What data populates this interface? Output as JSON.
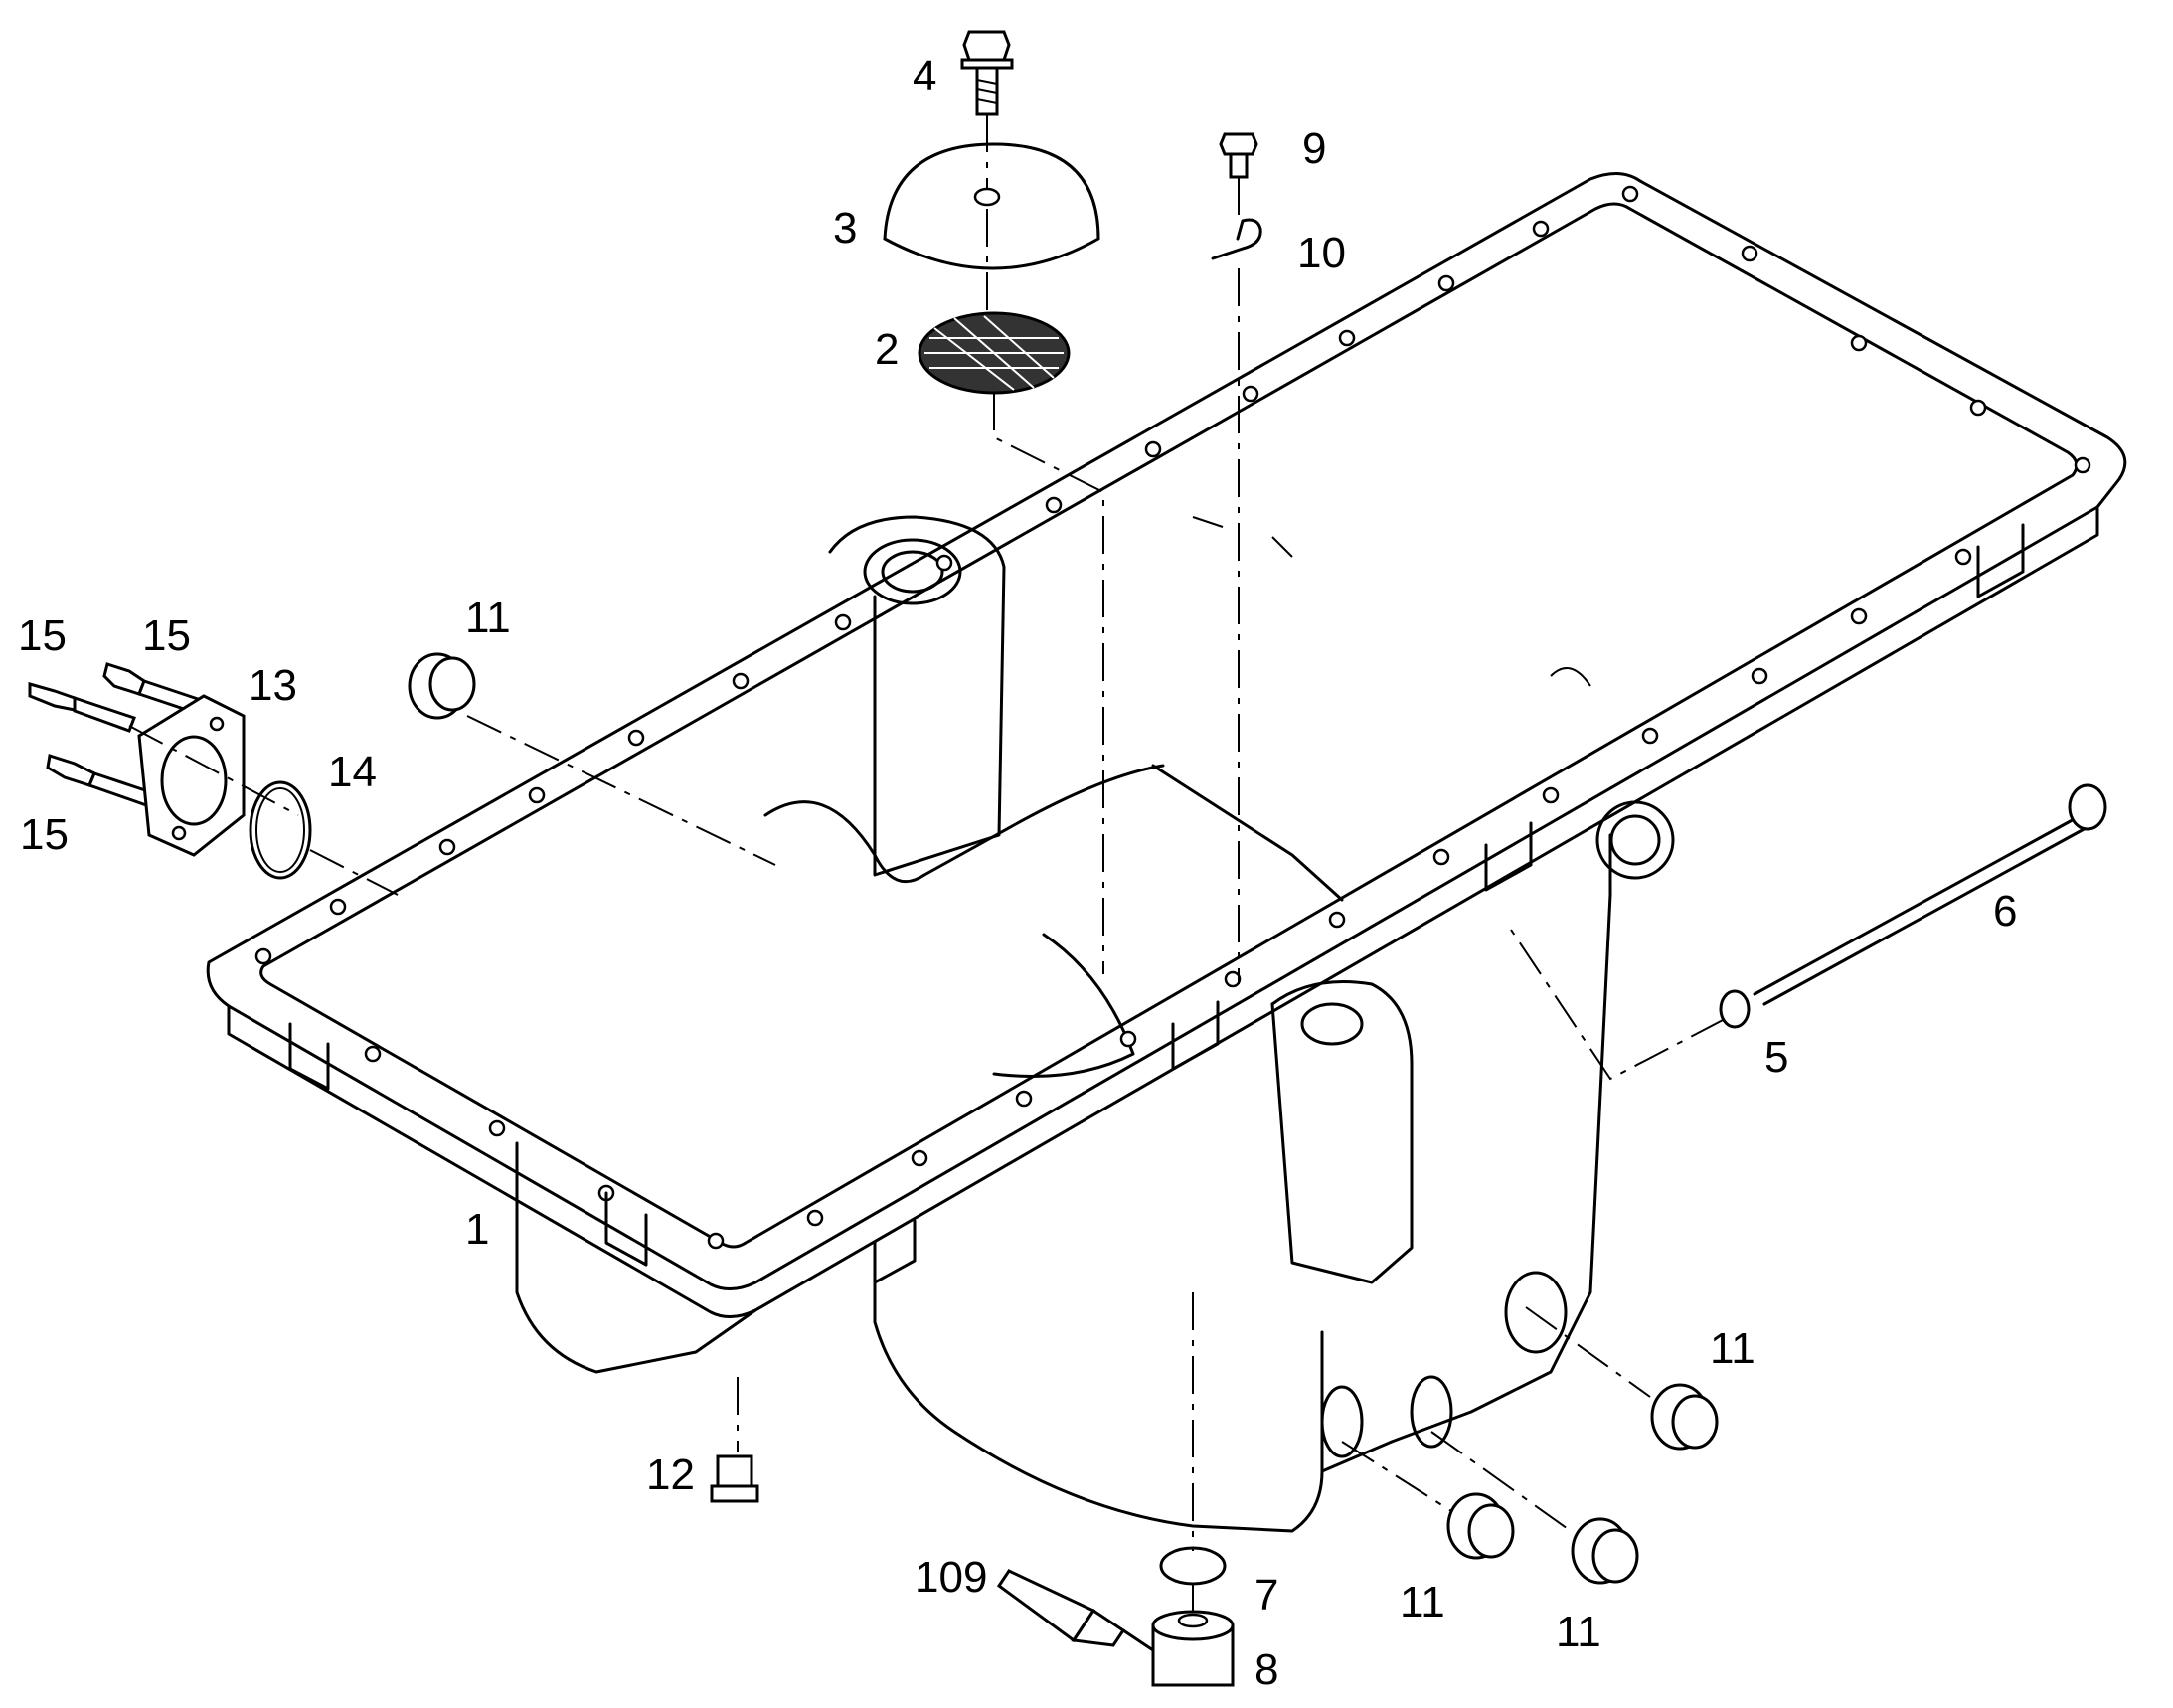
{
  "diagram": {
    "callouts": [
      {
        "id": "c4",
        "text": "4"
      },
      {
        "id": "c9",
        "text": "9"
      },
      {
        "id": "c3",
        "text": "3"
      },
      {
        "id": "c10",
        "text": "10"
      },
      {
        "id": "c2",
        "text": "2"
      },
      {
        "id": "c11a",
        "text": "11"
      },
      {
        "id": "c15a",
        "text": "15"
      },
      {
        "id": "c15b",
        "text": "15"
      },
      {
        "id": "c13",
        "text": "13"
      },
      {
        "id": "c14",
        "text": "14"
      },
      {
        "id": "c15c",
        "text": "15"
      },
      {
        "id": "c6",
        "text": "6"
      },
      {
        "id": "c5",
        "text": "5"
      },
      {
        "id": "c1",
        "text": "1"
      },
      {
        "id": "c11b",
        "text": "11"
      },
      {
        "id": "c12",
        "text": "12"
      },
      {
        "id": "c109",
        "text": "109"
      },
      {
        "id": "c7",
        "text": "7"
      },
      {
        "id": "c11c",
        "text": "11"
      },
      {
        "id": "c11d",
        "text": "11"
      },
      {
        "id": "c8",
        "text": "8"
      }
    ]
  }
}
